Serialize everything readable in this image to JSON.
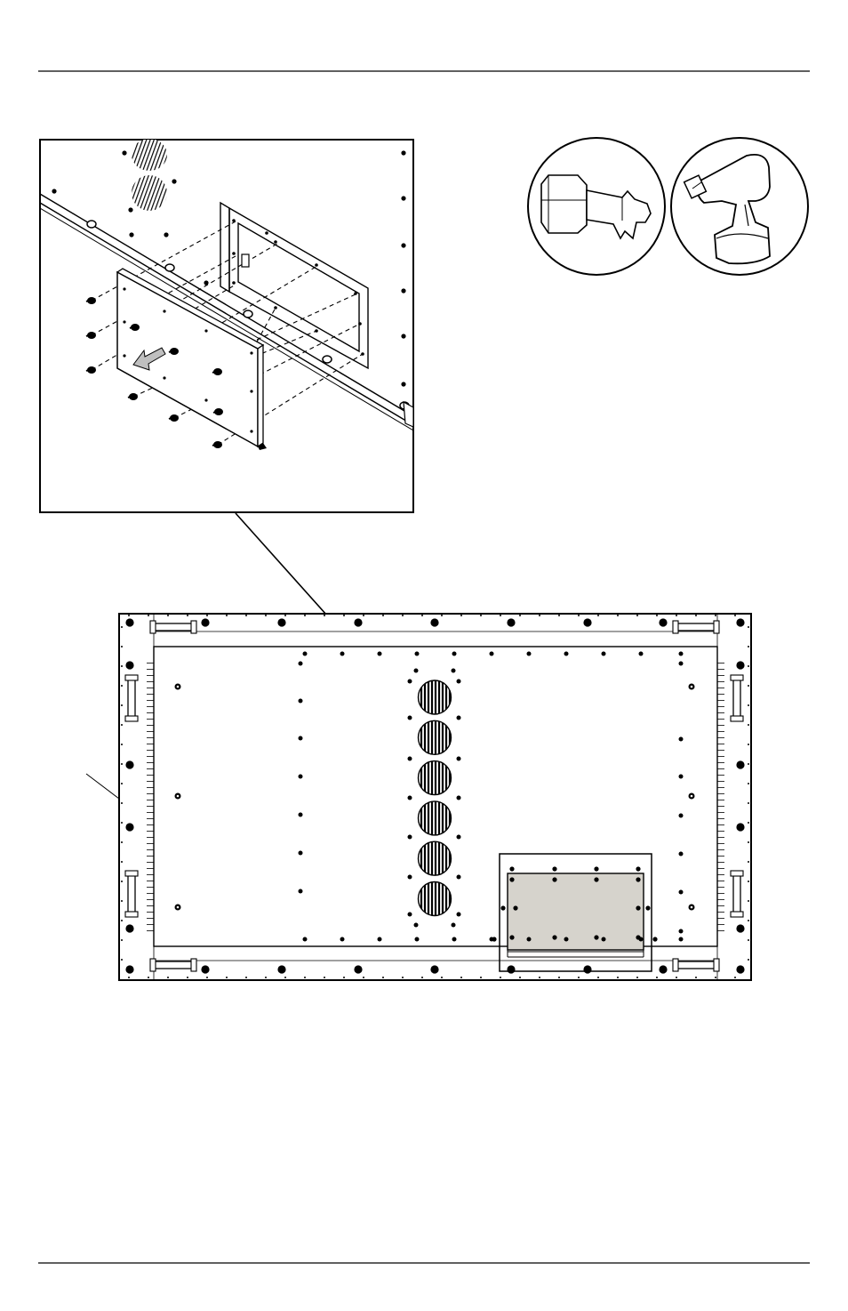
{
  "page": {
    "background": "#ffffff",
    "ink": "#000000"
  },
  "tools": [
    {
      "icon": "torx-bit-icon"
    },
    {
      "icon": "power-drill-icon"
    }
  ],
  "diagram": {
    "detail_view": {
      "icon": "access-cover-removal-detail",
      "arrow": "remove-direction-arrow-icon"
    },
    "main_view": {
      "icon": "display-rear-panel",
      "highlight_color": "#d6d3cc"
    },
    "vent_count": 6
  }
}
